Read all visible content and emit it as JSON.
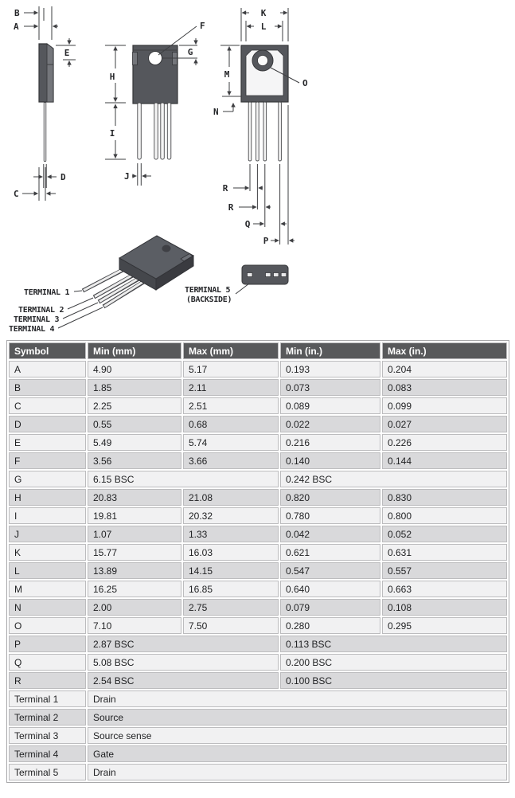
{
  "drawing": {
    "dims": {
      "a": "A",
      "b": "B",
      "c": "C",
      "d": "D",
      "e": "E",
      "f": "F",
      "g": "G",
      "h": "H",
      "i": "I",
      "j": "J",
      "k": "K",
      "l": "L",
      "m": "M",
      "n": "N",
      "o": "O",
      "p": "P",
      "q": "Q",
      "r": "R"
    },
    "terminals": {
      "t1": "TERMINAL 1",
      "t2": "TERMINAL 2",
      "t3": "TERMINAL 3",
      "t4": "TERMINAL 4",
      "t5": "TERMINAL 5",
      "t5b": "(BACKSIDE)"
    }
  },
  "table": {
    "headers": [
      "Symbol",
      "Min (mm)",
      "Max (mm)",
      "Min (in.)",
      "Max (in.)"
    ],
    "rows": [
      {
        "symbol": "A",
        "cells": [
          "4.90",
          "5.17",
          "0.193",
          "0.204"
        ]
      },
      {
        "symbol": "B",
        "cells": [
          "1.85",
          "2.11",
          "0.073",
          "0.083"
        ]
      },
      {
        "symbol": "C",
        "cells": [
          "2.25",
          "2.51",
          "0.089",
          "0.099"
        ]
      },
      {
        "symbol": "D",
        "cells": [
          "0.55",
          "0.68",
          "0.022",
          "0.027"
        ]
      },
      {
        "symbol": "E",
        "cells": [
          "5.49",
          "5.74",
          "0.216",
          "0.226"
        ]
      },
      {
        "symbol": "F",
        "cells": [
          "3.56",
          "3.66",
          "0.140",
          "0.144"
        ]
      },
      {
        "symbol": "G",
        "cells": [
          "6.15 BSC",
          "0.242 BSC"
        ],
        "span": 2
      },
      {
        "symbol": "H",
        "cells": [
          "20.83",
          "21.08",
          "0.820",
          "0.830"
        ]
      },
      {
        "symbol": "I",
        "cells": [
          "19.81",
          "20.32",
          "0.780",
          "0.800"
        ]
      },
      {
        "symbol": "J",
        "cells": [
          "1.07",
          "1.33",
          "0.042",
          "0.052"
        ]
      },
      {
        "symbol": "K",
        "cells": [
          "15.77",
          "16.03",
          "0.621",
          "0.631"
        ]
      },
      {
        "symbol": "L",
        "cells": [
          "13.89",
          "14.15",
          "0.547",
          "0.557"
        ]
      },
      {
        "symbol": "M",
        "cells": [
          "16.25",
          "16.85",
          "0.640",
          "0.663"
        ]
      },
      {
        "symbol": "N",
        "cells": [
          "2.00",
          "2.75",
          "0.079",
          "0.108"
        ]
      },
      {
        "symbol": "O",
        "cells": [
          "7.10",
          "7.50",
          "0.280",
          "0.295"
        ]
      },
      {
        "symbol": "P",
        "cells": [
          "2.87 BSC",
          "0.113 BSC"
        ],
        "span": 2
      },
      {
        "symbol": "Q",
        "cells": [
          "5.08 BSC",
          "0.200 BSC"
        ],
        "span": 2
      },
      {
        "symbol": "R",
        "cells": [
          "2.54 BSC",
          "0.100 BSC"
        ],
        "span": 2
      },
      {
        "symbol": "Terminal 1",
        "cells": [
          "Drain"
        ],
        "span": 4
      },
      {
        "symbol": "Terminal 2",
        "cells": [
          "Source"
        ],
        "span": 4
      },
      {
        "symbol": "Terminal 3",
        "cells": [
          "Source sense"
        ],
        "span": 4
      },
      {
        "symbol": "Terminal 4",
        "cells": [
          "Gate"
        ],
        "span": 4
      },
      {
        "symbol": "Terminal 5",
        "cells": [
          "Drain"
        ],
        "span": 4
      }
    ]
  },
  "colors": {
    "header_bg": "#58595b",
    "row_light": "#f1f1f2",
    "row_dark": "#d9d9db",
    "package_body": "#55575c"
  }
}
